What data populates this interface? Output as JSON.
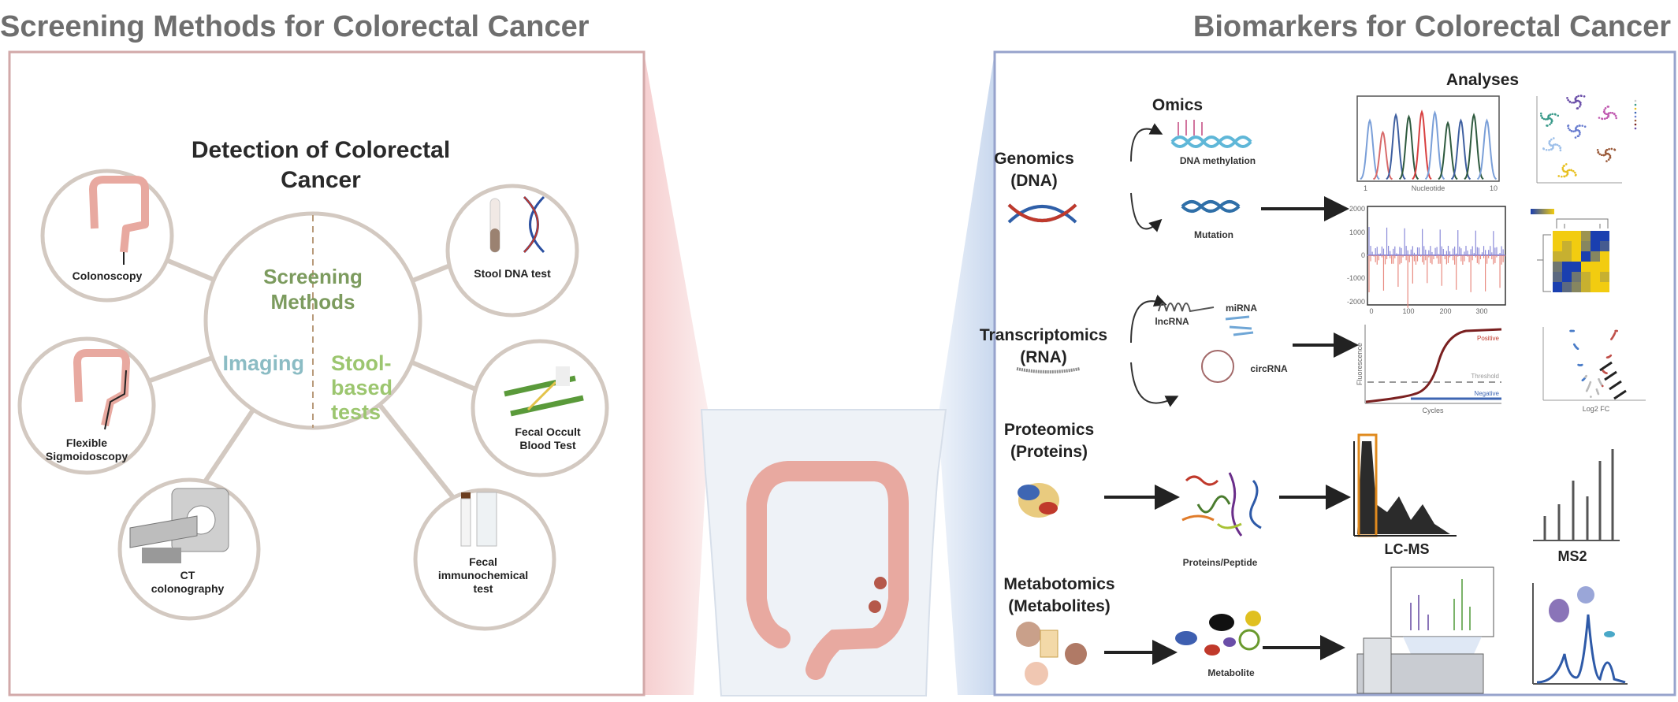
{
  "left": {
    "title": "Screening Methods for Colorectal Cancer",
    "heading_line1": "Detection of Colorectal",
    "heading_line2": "Cancer",
    "center": {
      "screening_line1": "Screening",
      "screening_line2": "Methods",
      "imaging": "Imaging",
      "stool_line1": "Stool-",
      "stool_line2": "based",
      "stool_line3": "tests"
    },
    "methods": [
      {
        "lines": [
          "Colonoscopy"
        ]
      },
      {
        "lines": [
          "Stool DNA test"
        ]
      },
      {
        "lines": [
          "Flexible",
          "Sigmoidoscopy"
        ]
      },
      {
        "lines": [
          "Fecal Occult",
          "Blood Test"
        ]
      },
      {
        "lines": [
          "CT",
          "colonography"
        ]
      },
      {
        "lines": [
          "Fecal",
          "immunochemical",
          "test"
        ]
      }
    ]
  },
  "right": {
    "title": "Biomarkers for Colorectal Cancer",
    "col_omics": "Omics",
    "col_analyses": "Analyses",
    "genomics": {
      "line1": "Genomics",
      "line2": "(DNA)",
      "sub1": "DNA methylation",
      "sub2": "Mutation"
    },
    "transcriptomics": {
      "line1": "Transcriptomics",
      "line2": "(RNA)",
      "sub1": "lncRNA",
      "sub2": "miRNA",
      "sub3": "circRNA"
    },
    "proteomics": {
      "line1": "Proteomics",
      "line2": "(Proteins)",
      "sub": "Proteins/Peptide",
      "analysis1": "LC-MS",
      "analysis2": "MS2"
    },
    "metabolomics": {
      "line1": "Metabotomics",
      "line2": "(Metabolites)",
      "sub": "Metabolite"
    },
    "charts": {
      "chromatogram": {
        "xlabel": "Nucleotide",
        "xticks": [
          "1",
          "10"
        ]
      },
      "signal": {
        "yticks": [
          "2000",
          "1000",
          "0",
          "-1000",
          "-2000"
        ],
        "xticks": [
          "0",
          "100",
          "200",
          "300"
        ]
      },
      "qpcr": {
        "positive": "Positive",
        "threshold": "Threshold",
        "negative": "Negative",
        "xlabel": "Cycles",
        "ylabel": "Fluorescence"
      },
      "volcano": {
        "xlabel": "Log2 FC"
      }
    }
  },
  "colors": {
    "title_gray": "#6e6e6e",
    "left_border": "#d2a9a9",
    "right_border": "#97a3cc",
    "screening_green": "#7c9b5e",
    "imaging_teal": "#8bbcc4",
    "stool_green": "#9cc66f",
    "colon_pink": "#e8a9a0"
  }
}
